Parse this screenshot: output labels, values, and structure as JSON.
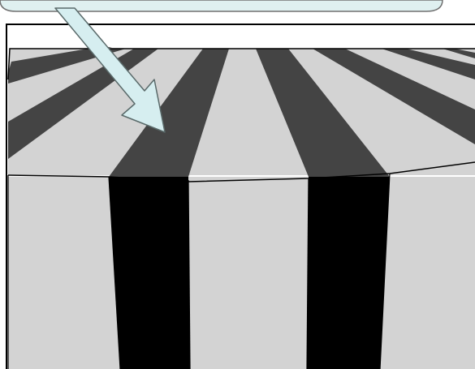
{
  "figure": {
    "colors": {
      "background": "#ffffff",
      "light_stripe": "#d3d3d3",
      "dark_stripe_top": "#444444",
      "dark_stripe_front": "#000000",
      "outline": "#000000",
      "callout_fill": "#dff0f0",
      "callout_stroke": "#707070",
      "arrow_fill": "#d6eef0",
      "arrow_stroke": "#5a6a6a"
    },
    "callout": {
      "text": ""
    },
    "arrow": {
      "icon": "arrow-down-right-icon"
    },
    "top_face": {
      "light_stripes": 7,
      "dark_stripes": 6
    },
    "front_face": {
      "light_stripes": 3,
      "dark_stripes": 2
    }
  }
}
